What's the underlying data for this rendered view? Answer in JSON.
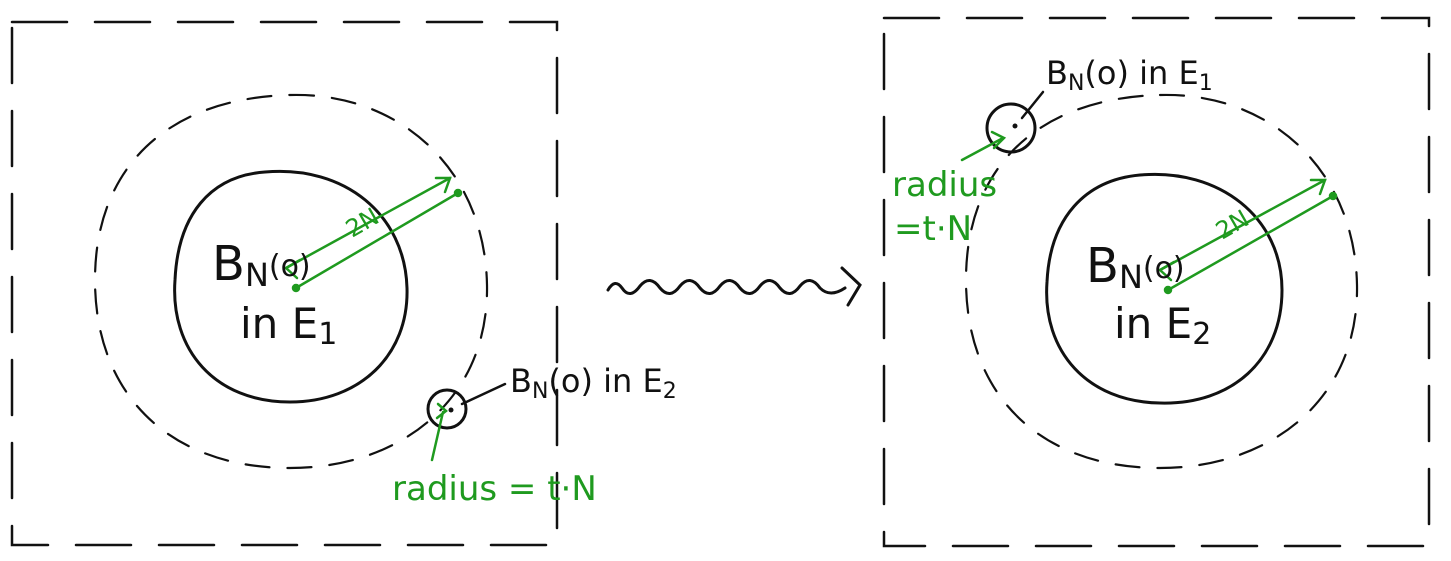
{
  "colors": {
    "ink": "#111111",
    "annotation": "#1f9a1f",
    "background": "#ffffff"
  },
  "left_panel": {
    "center_ball": {
      "main": "B",
      "sub": "N",
      "arg": "(o)",
      "line2": "in E",
      "line2_sub": "1"
    },
    "outer_radius_label": "2N",
    "small_ball_label": {
      "main": "B",
      "sub": "N",
      "arg": "(o) in E",
      "arg_sub": "2"
    },
    "small_radius_label": "radius = t·N"
  },
  "transition_symbol": "squiggly-arrow",
  "right_panel": {
    "center_ball": {
      "main": "B",
      "sub": "N",
      "arg": "(o)",
      "line2": "in E",
      "line2_sub": "2"
    },
    "outer_radius_label": "2N",
    "small_ball_label": {
      "main": "B",
      "sub": "N",
      "arg": "(o) in E",
      "arg_sub": "1"
    },
    "small_radius_label_line1": "radius",
    "small_radius_label_line2": "=t·N"
  }
}
